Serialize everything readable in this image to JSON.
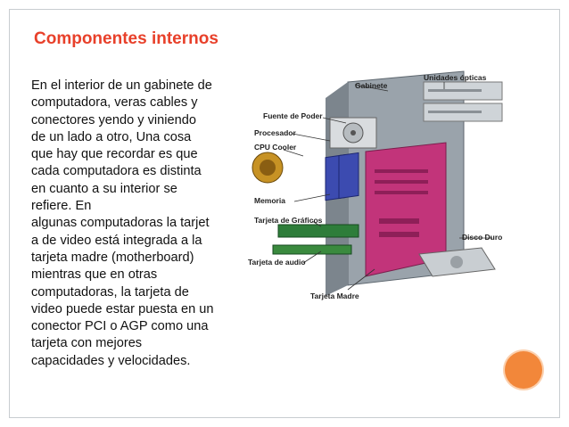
{
  "slide": {
    "title": "Componentes internos",
    "body": "En el interior de un gabinete de\ncomputadora, veras cables y\nconectores yendo y viniendo\nde un lado a otro, Una cosa\nque hay que recordar es que\ncada computadora es distinta\nen cuanto a su interior se\nrefiere. En\nalgunas computadoras la tarjet\na de video está integrada a la\ntarjeta madre (motherboard)\nmientras que en otras\ncomputadoras, la tarjeta de\nvideo puede estar puesta en un\nconector PCI o AGP como una\ntarjeta con mejores\ncapacidades y velocidades."
  },
  "diagram": {
    "labels": {
      "gabinete": "Gabinete",
      "unidades_opticas": "Unidades ópticas",
      "fuente_poder": "Fuente de Poder",
      "procesador": "Procesador",
      "cpu_cooler": "CPU Cooler",
      "memoria": "Memoria",
      "tarjeta_graficos": "Tarjeta de Gráficos",
      "disco_duro": "Disco Duro",
      "tarjeta_audio": "Tarjeta de audio",
      "tarjeta_madre": "Tarjeta Madre"
    }
  },
  "colors": {
    "title": "#e8402a",
    "accent_dot": "#f2873a",
    "motherboard": "#c2347a"
  }
}
